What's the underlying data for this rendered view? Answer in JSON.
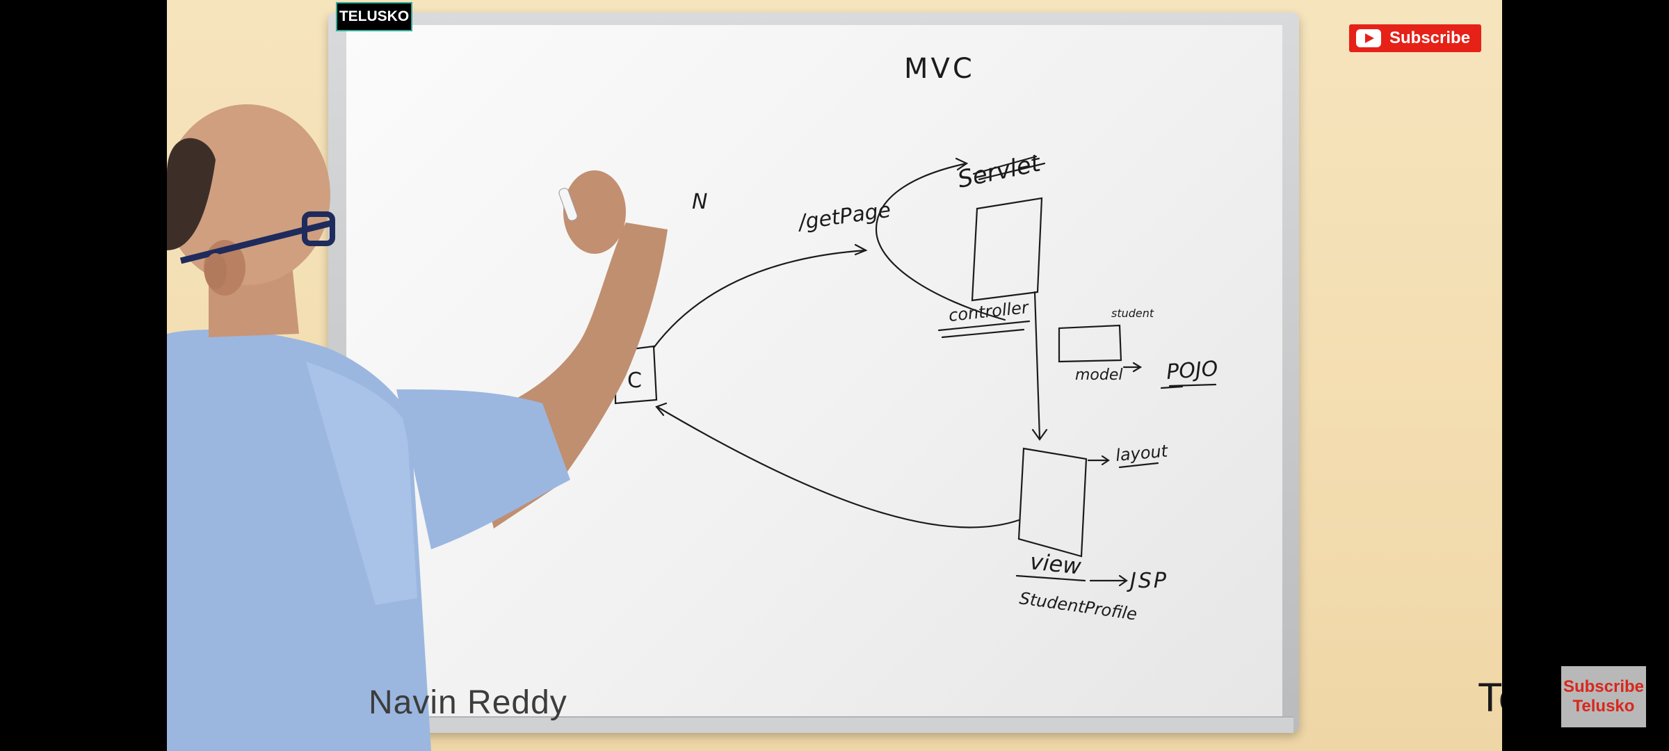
{
  "overlay": {
    "channel_badge": "TELUSKO",
    "subscribe_button": "Subscribe",
    "presenter_name": "Navin Reddy",
    "brand_logo": "Telusk",
    "subscribe_card_line1": "Subscribe",
    "subscribe_card_line2": "Telusko"
  },
  "whiteboard": {
    "title": "MVC",
    "client_label": "C",
    "request_label": "/getPage",
    "servlet_label": "Servlet",
    "controller_label": "controller",
    "model_note": "student",
    "model_label": "model",
    "pojo_label": "POJO",
    "layout_label": "layout",
    "view_label": "view",
    "jsp_label": "JSP",
    "view_note": "StudentProfile",
    "partial_text": "N"
  },
  "colors": {
    "subscribe_red": "#e62117",
    "wall": "#f3ddb0",
    "ink": "#1b1b1b",
    "shirt": "#9bb7e0"
  }
}
